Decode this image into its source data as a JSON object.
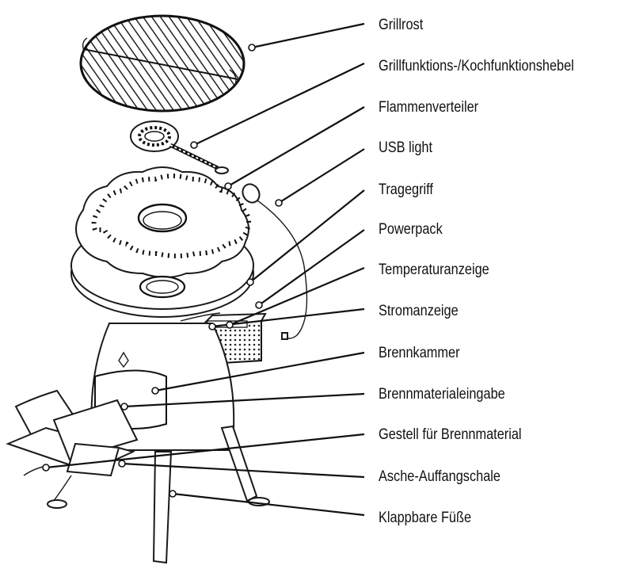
{
  "labels": [
    {
      "id": "grillrost",
      "text": "Grillrost"
    },
    {
      "id": "hebel",
      "text": "Grillfunktions-/Kochfunktionshebel"
    },
    {
      "id": "flammenverteiler",
      "text": "Flammenverteiler"
    },
    {
      "id": "usb-light",
      "text": "USB light"
    },
    {
      "id": "tragegriff",
      "text": "Tragegriff"
    },
    {
      "id": "powerpack",
      "text": "Powerpack"
    },
    {
      "id": "temperaturanzeige",
      "text": "Temperaturanzeige"
    },
    {
      "id": "stromanzeige",
      "text": "Stromanzeige"
    },
    {
      "id": "brennkammer",
      "text": "Brennkammer"
    },
    {
      "id": "brennmaterialeingabe",
      "text": "Brennmaterialeingabe"
    },
    {
      "id": "gestell",
      "text": "Gestell für Brennmaterial"
    },
    {
      "id": "asche",
      "text": "Asche-Auffangschale"
    },
    {
      "id": "fuesse",
      "text": "Klappbare Füße"
    }
  ]
}
